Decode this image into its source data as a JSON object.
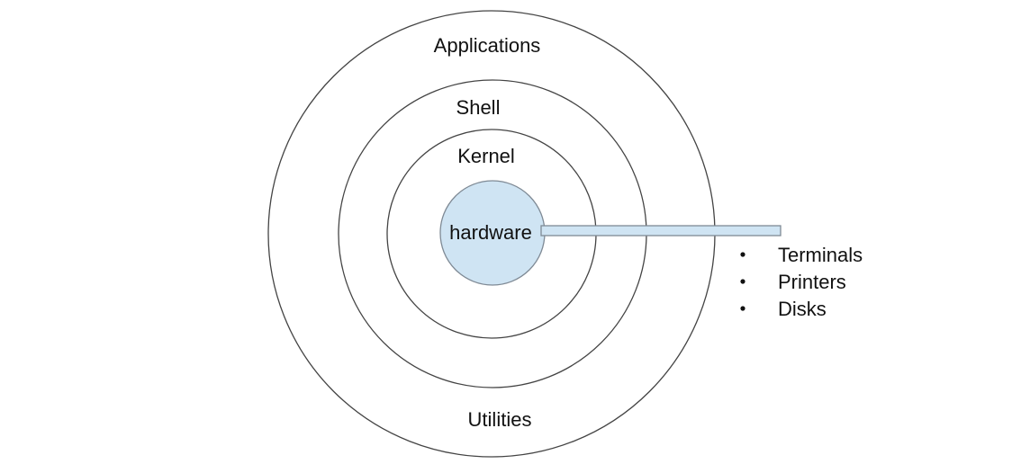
{
  "diagram": {
    "layers": {
      "applications": "Applications",
      "shell": "Shell",
      "kernel": "Kernel",
      "hardware": "hardware",
      "utilities": "Utilities"
    },
    "devices": [
      "Terminals",
      "Printers",
      "Disks"
    ],
    "colors": {
      "hardware_fill": "#cfe4f3",
      "hardware_stroke": "#7f8a95",
      "ring_stroke": "#444444"
    }
  }
}
